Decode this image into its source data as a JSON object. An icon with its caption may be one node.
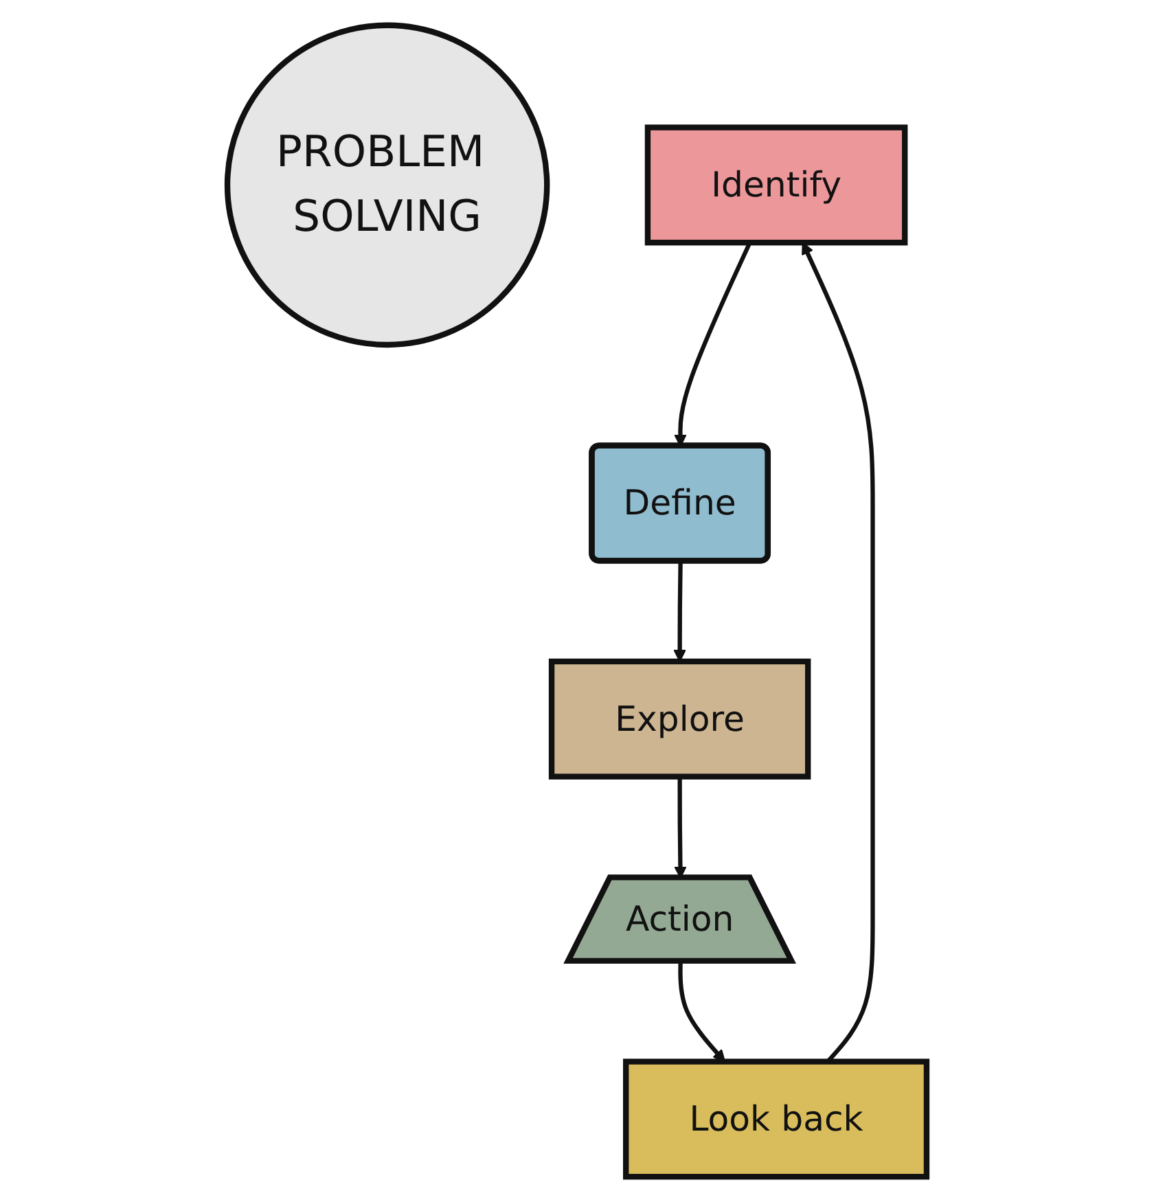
{
  "diagram": {
    "nodes": [
      {
        "text": [
          "PROBLEM SOLVING"
        ]
      },
      {
        "text": [
          "Identify"
        ]
      },
      {
        "text": [
          "Define"
        ]
      },
      {
        "text": [
          "Explore"
        ]
      },
      {
        "text": [
          "Action"
        ]
      },
      {
        "text": [
          "Look back"
        ]
      }
    ],
    "edges": [
      {
        "from": 1,
        "to": 2,
        "arrow": "to"
      },
      {
        "from": 2,
        "to": 3,
        "arrow": "to"
      },
      {
        "from": 3,
        "to": 4,
        "arrow": "to"
      },
      {
        "from": 4,
        "to": 5,
        "arrow": "to"
      },
      {
        "from": 5,
        "to": 1,
        "arrow": "to"
      }
    ]
  }
}
